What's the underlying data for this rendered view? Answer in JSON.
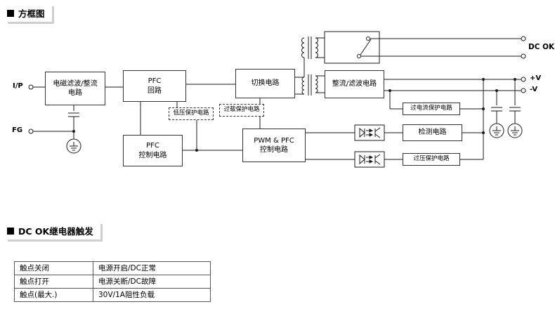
{
  "sections": {
    "block_diagram": "方框图",
    "dc_ok": "DC OK继电器触发"
  },
  "diagram": {
    "terminals": {
      "input": "I/P",
      "fg": "FG",
      "dc_ok": "DC OK",
      "v_plus": "+V",
      "v_minus": "-V"
    },
    "blocks": {
      "emi_filter": "电磁滤波/整流\n电路",
      "pfc_loop": "PFC\n回路",
      "switching": "切换电路",
      "rect_filter": "整流/滤波电路",
      "lv_protect": "低压保护电路",
      "ol_protect": "过载保护电路",
      "pfc_ctrl": "PFC\n控制电路",
      "pwm_ctrl": "PWM & PFC\n控制电路",
      "oc_protect": "过电流保护电路",
      "detect": "检测电路",
      "ov_protect": "过压保护电路"
    }
  },
  "table": {
    "rows": [
      {
        "label": "触点关闭",
        "value": "电源开启/DC正常"
      },
      {
        "label": "触点打开",
        "value": "电源关断/DC故障"
      },
      {
        "label": "触点(最大.)",
        "value": "30V/1A阻性负载"
      }
    ]
  },
  "colors": {
    "line": "#1a1a1a",
    "shadow": "#cfcfcf"
  }
}
